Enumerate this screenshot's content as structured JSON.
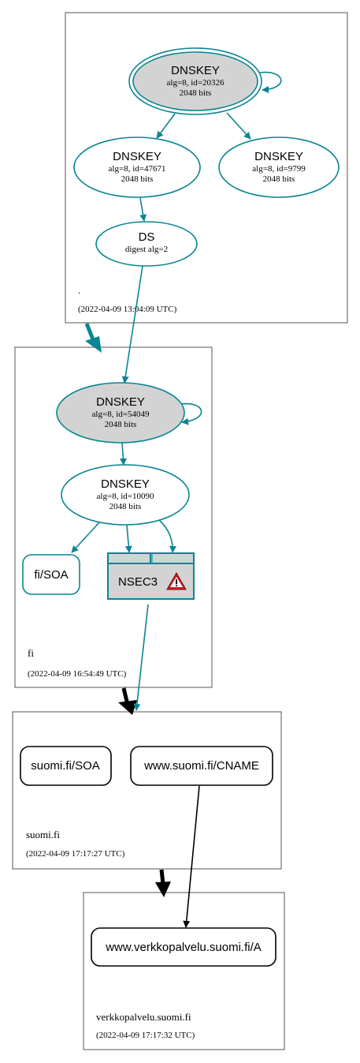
{
  "colors": {
    "edge": "#0a8593",
    "node_fill_sep": "#d3d3d3",
    "black": "#000000",
    "zone_border": "#555555",
    "warning": "#cc1e1e"
  },
  "zones": {
    "root": {
      "name": ".",
      "timestamp": "(2022-04-09 13:04:09 UTC)"
    },
    "fi": {
      "name": "fi",
      "timestamp": "(2022-04-09 16:54:49 UTC)"
    },
    "suomi": {
      "name": "suomi.fi",
      "timestamp": "(2022-04-09 17:17:27 UTC)"
    },
    "verkko": {
      "name": "verkkopalvelu.suomi.fi",
      "timestamp": "(2022-04-09 17:17:32 UTC)"
    }
  },
  "nodes": {
    "root_ksk": {
      "title": "DNSKEY",
      "line1": "alg=8, id=20326",
      "line2": "2048 bits"
    },
    "root_zsk1": {
      "title": "DNSKEY",
      "line1": "alg=8, id=47671",
      "line2": "2048 bits"
    },
    "root_zsk2": {
      "title": "DNSKEY",
      "line1": "alg=8, id=9799",
      "line2": "2048 bits"
    },
    "root_ds": {
      "title": "DS",
      "line1": "digest alg=2"
    },
    "fi_ksk": {
      "title": "DNSKEY",
      "line1": "alg=8, id=54049",
      "line2": "2048 bits"
    },
    "fi_zsk": {
      "title": "DNSKEY",
      "line1": "alg=8, id=10090",
      "line2": "2048 bits"
    },
    "fi_soa": {
      "label": "fi/SOA"
    },
    "fi_nsec3": {
      "label": "NSEC3"
    },
    "suomi_soa": {
      "label": "suomi.fi/SOA"
    },
    "suomi_cname": {
      "label": "www.suomi.fi/CNAME"
    },
    "verkko_a": {
      "label": "www.verkkopalvelu.suomi.fi/A"
    }
  }
}
